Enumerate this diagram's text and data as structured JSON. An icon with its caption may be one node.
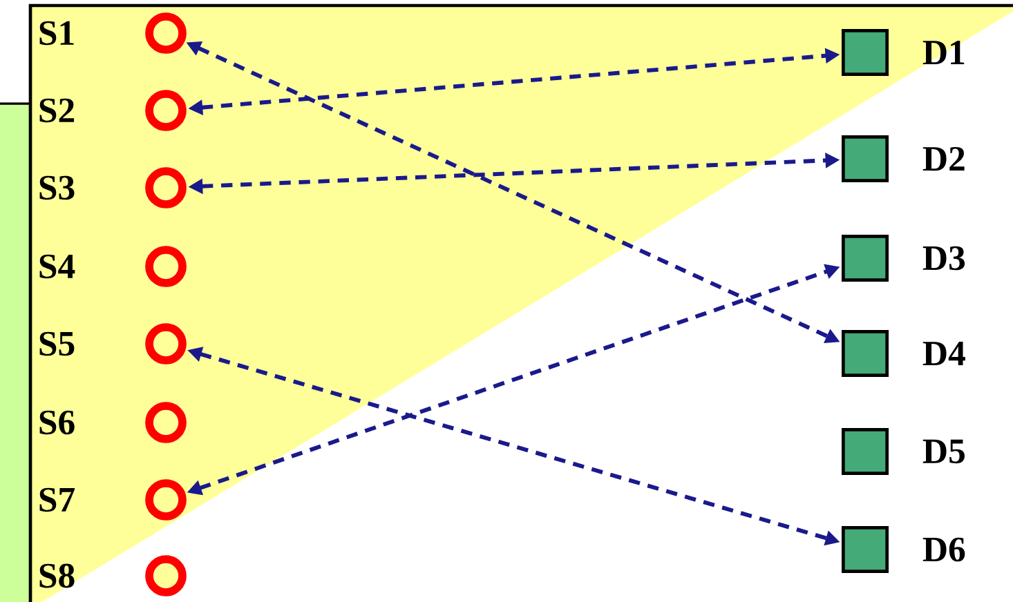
{
  "diagram": {
    "nodes": [
      {
        "text": [
          "S1"
        ]
      },
      {
        "text": [
          "S2"
        ]
      },
      {
        "text": [
          "S3"
        ]
      },
      {
        "text": [
          "S4"
        ]
      },
      {
        "text": [
          "S5"
        ]
      },
      {
        "text": [
          "S6"
        ]
      },
      {
        "text": [
          "S7"
        ]
      },
      {
        "text": [
          "S8"
        ]
      },
      {
        "text": [
          "D1"
        ]
      },
      {
        "text": [
          "D2"
        ]
      },
      {
        "text": [
          "D3"
        ]
      },
      {
        "text": [
          "D4"
        ]
      },
      {
        "text": [
          "D5"
        ]
      },
      {
        "text": [
          "D6"
        ]
      }
    ],
    "edges": [
      {
        "from": 0,
        "to": 11,
        "arrow": "both"
      },
      {
        "from": 1,
        "to": 8,
        "arrow": "both"
      },
      {
        "from": 2,
        "to": 9,
        "arrow": "both"
      },
      {
        "from": 4,
        "to": 13,
        "arrow": "both"
      },
      {
        "from": 6,
        "to": 10,
        "arrow": "both"
      }
    ]
  }
}
